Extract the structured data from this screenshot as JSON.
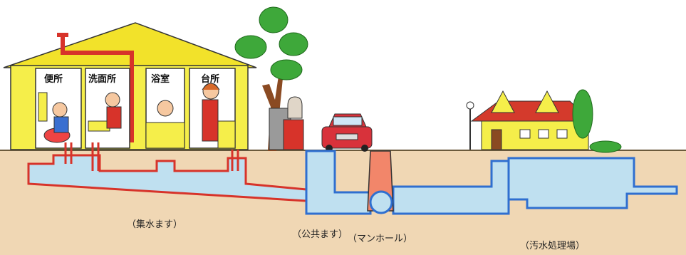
{
  "house_rooms": {
    "toilet": "便所",
    "washroom": "洗面所",
    "bathroom": "浴室",
    "kitchen": "台所"
  },
  "labels": {
    "collection_basin": "（集水ます）",
    "public_basin": "（公共ます）",
    "manhole": "（マンホール）",
    "treatment_plant": "（汚水処理場）"
  },
  "colors": {
    "house_wall": "#f5ee4a",
    "house_roof": "#f2e22a",
    "ground": "#f0d7b4",
    "private_pipe": "#d7332a",
    "public_pipe": "#2f6fd0",
    "water_fill": "#bfe0f0",
    "car": "#d8323b",
    "plant_roof": "#d43a2c",
    "tree_foliage": "#3ea83a",
    "trunk": "#8a4a22"
  }
}
